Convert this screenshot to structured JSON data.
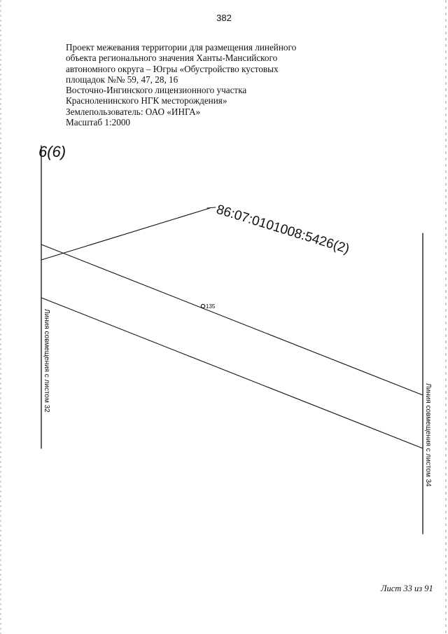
{
  "page": {
    "number": "382",
    "sheet": "Лист 33 из 91"
  },
  "header": {
    "lines": [
      "Проект межевания территории для размещения линейного",
      "объекта регионального значения Ханты-Мансийского",
      "автономного  округа – Югры «Обустройство кустовых",
      "площадок №№ 59, 47, 28, 16",
      "Восточно-Ингинского  лицензионного участка",
      "Красноленинского НГК месторождения»",
      "Землепользователь: ОАО «ИНГА»",
      "Масштаб 1:2000"
    ]
  },
  "map": {
    "parcel_left_label": "6(6)",
    "cadastral_label": "86:07:0101008:5426(2)",
    "point_label": "135",
    "match_line_left": "Линия совмещения с листом 32",
    "match_line_right": "Линия совмещения с листом 34",
    "line_color": "#111111"
  }
}
